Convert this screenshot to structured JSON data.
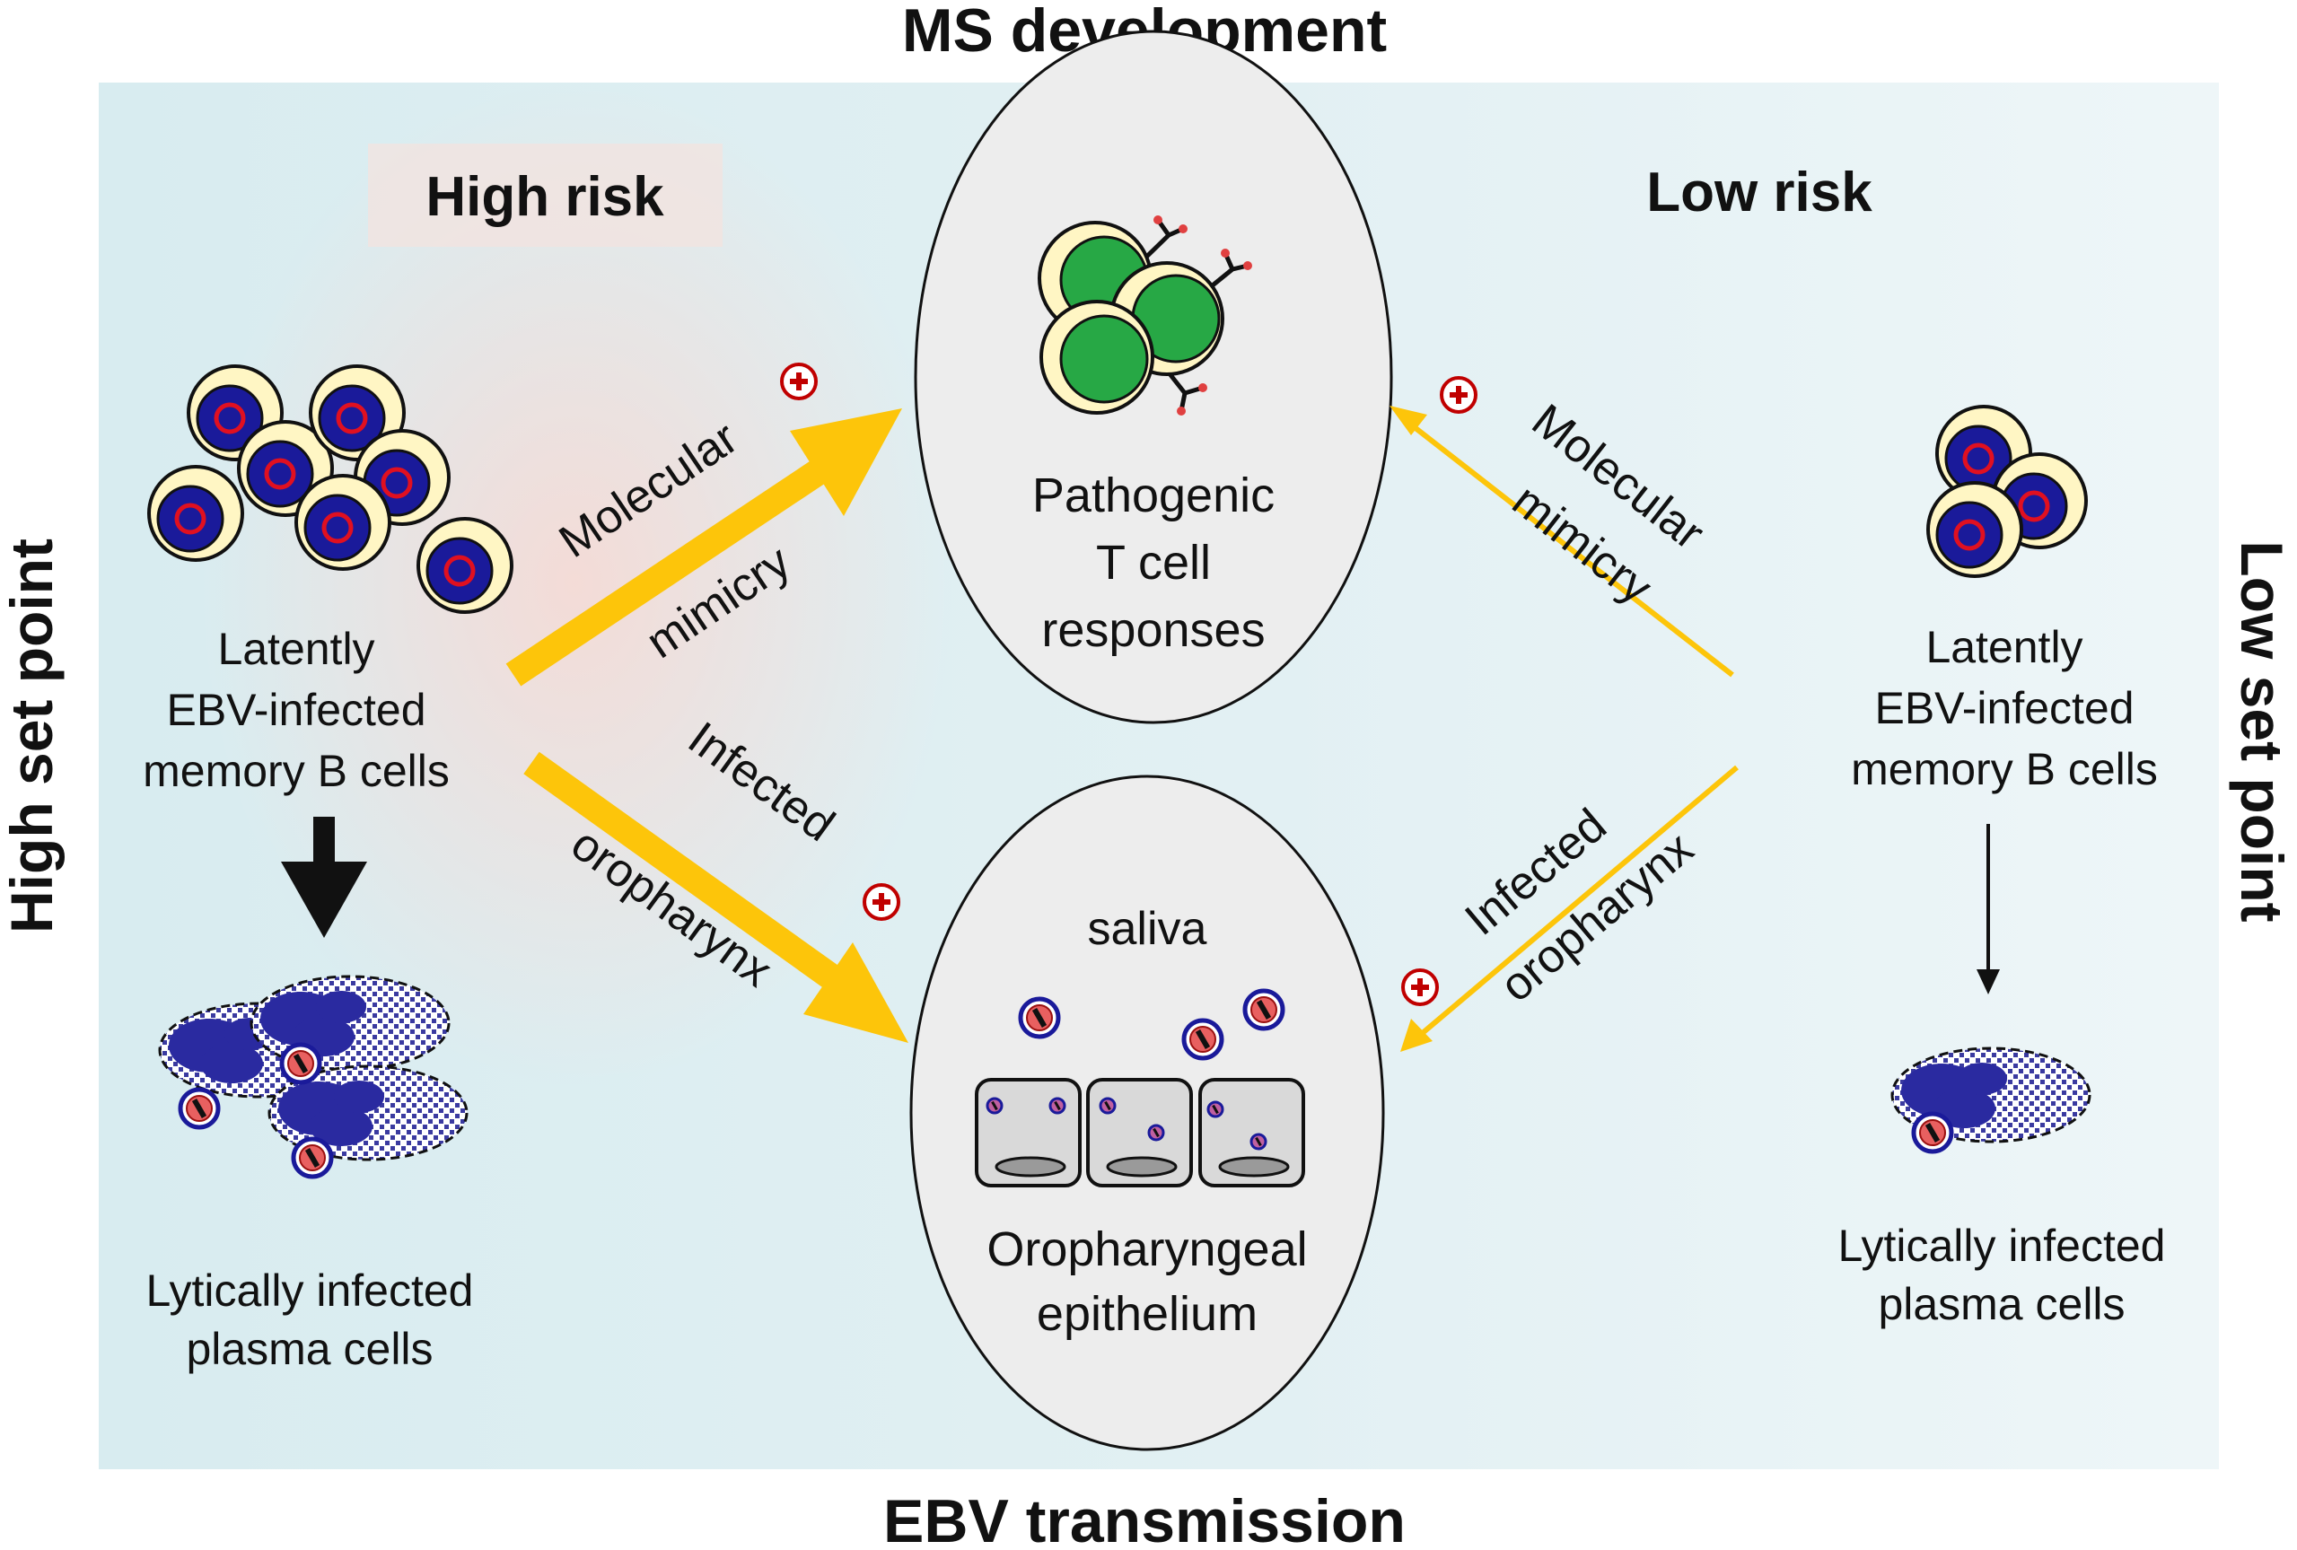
{
  "title_top": "MS development",
  "title_bottom": "EBV transmission",
  "left_side_label": "High set point",
  "right_side_label": "Low set point",
  "high_risk": "High risk",
  "low_risk": "Low risk",
  "center_top": {
    "line1": "Pathogenic",
    "line2": "T cell",
    "line3": "responses"
  },
  "center_bottom": {
    "saliva": "saliva",
    "line1": "Oropharyngeal",
    "line2": "epithelium"
  },
  "left_latent": {
    "line1": "Latently",
    "line2": "EBV-infected",
    "line3": "memory B cells"
  },
  "left_lytic": {
    "line1": "Lytically infected",
    "line2": "plasma cells"
  },
  "right_latent": {
    "line1": "Latently",
    "line2": "EBV-infected",
    "line3": "memory B cells"
  },
  "right_lytic": {
    "line1": "Lytically infected",
    "line2": "plasma cells"
  },
  "left_mimicry": {
    "line1": "Molecular",
    "line2": "mimicry"
  },
  "left_infected": {
    "line1": "Infected",
    "line2": "oropharynx"
  },
  "right_mimicry": {
    "line1": "Molecular",
    "line2": "mimicry"
  },
  "right_infected": {
    "line1": "Infected",
    "line2": "oropharynx"
  },
  "colors": {
    "arrow": "#FDC50A",
    "plus": "#C00000",
    "cell_nucleus": "#1a1a9a",
    "cell_cytoplasm": "#FFF6C4",
    "t_cell_nucleus": "#27A845"
  }
}
